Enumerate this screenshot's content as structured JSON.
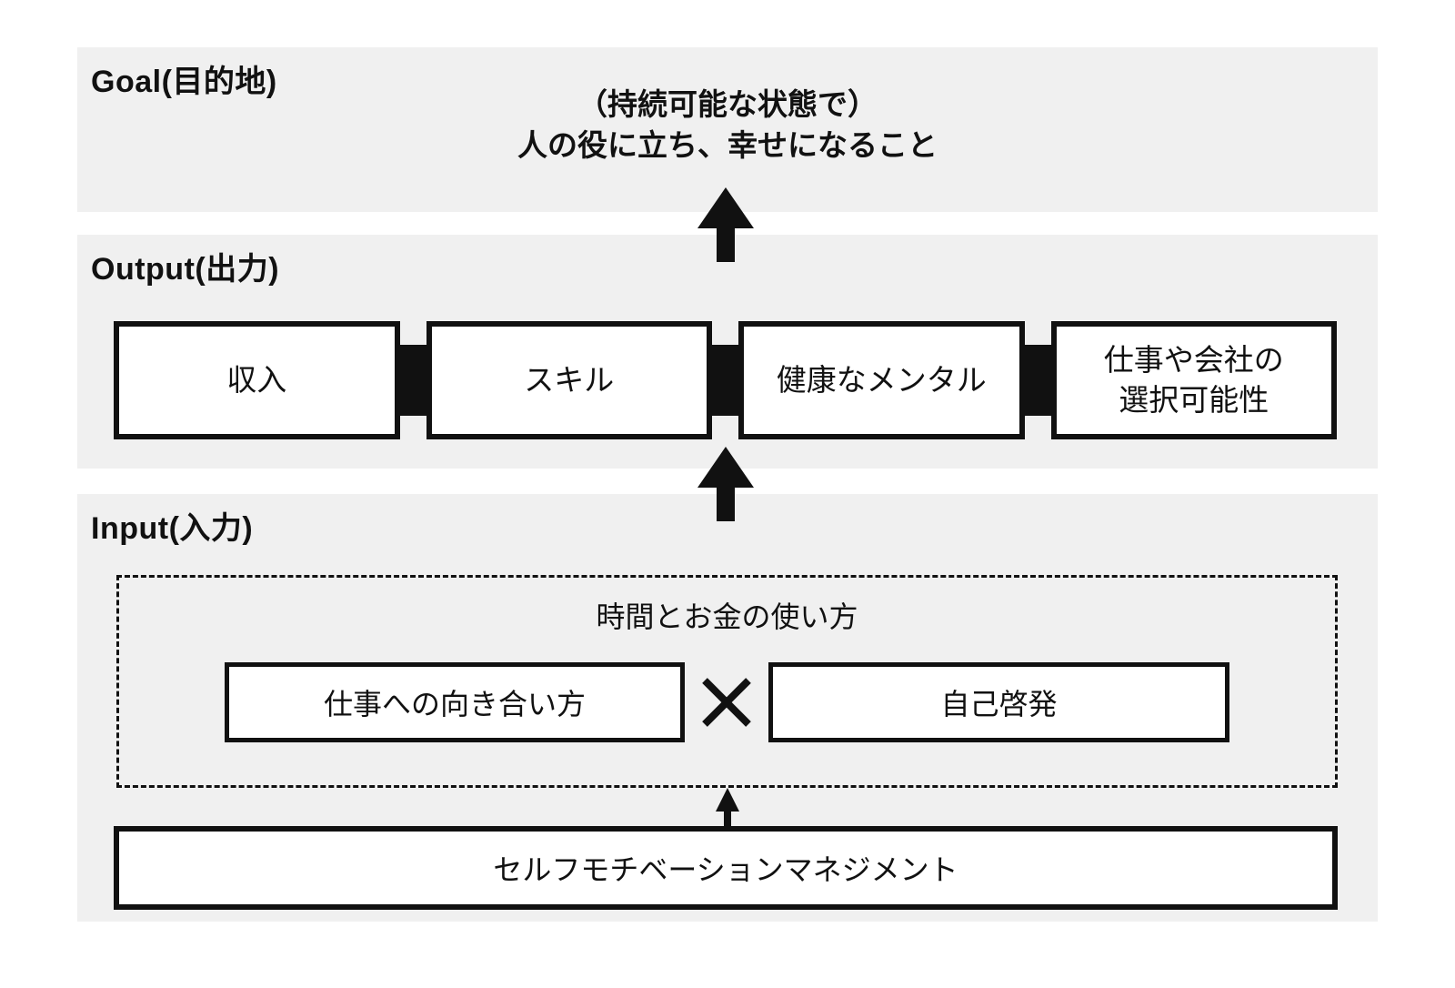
{
  "sections": {
    "goal": {
      "label": "Goal(目的地)",
      "statement": [
        "（持続可能な状態で）",
        "人の役に立ち、幸せになること"
      ]
    },
    "output": {
      "label": "Output(出力)",
      "boxes": [
        {
          "label": "収入"
        },
        {
          "label": "スキル"
        },
        {
          "label": "健康なメンタル"
        },
        {
          "label": [
            "仕事や会社の",
            "選択可能性"
          ]
        }
      ]
    },
    "input": {
      "label": "Input(入力)",
      "group": {
        "title": "時間とお金の使い方",
        "left_box": "仕事への向き合い方",
        "operator_icon": "multiply-icon",
        "right_box": "自己啓発"
      },
      "bottom_box": "セルフモチベーションマネジメント"
    }
  },
  "icons": {
    "between_goal_output": "up-arrow-icon",
    "between_output_input": "up-arrow-icon",
    "bottom_to_group": "up-arrow-icon"
  },
  "colors": {
    "page_bg": "#ffffff",
    "section_bg": "#f0f0f0",
    "line": "#111111",
    "box_bg": "#ffffff",
    "text": "#111111"
  }
}
